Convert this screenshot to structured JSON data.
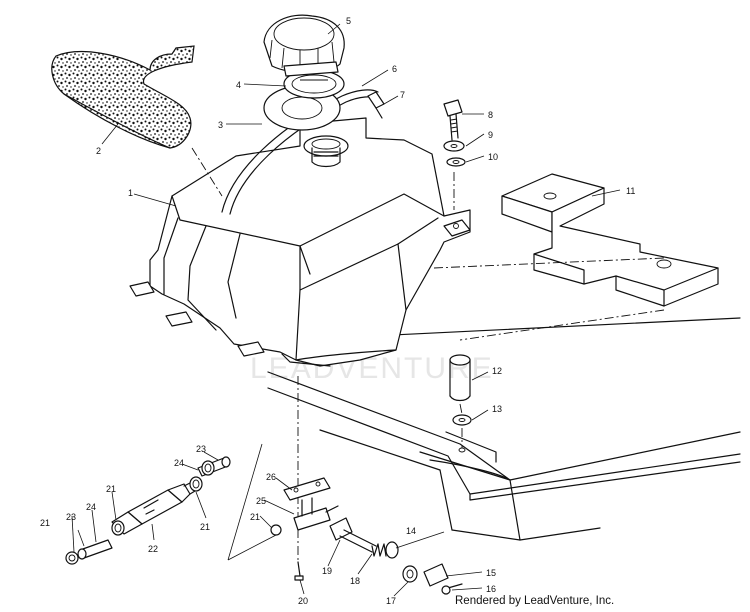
{
  "diagram": {
    "callouts": [
      "1",
      "2",
      "3",
      "4",
      "5",
      "6",
      "7",
      "8",
      "9",
      "10",
      "11",
      "12",
      "13",
      "14",
      "15",
      "16",
      "17",
      "18",
      "19",
      "20",
      "21",
      "21",
      "21",
      "21",
      "22",
      "23",
      "23",
      "24",
      "24",
      "25",
      "26"
    ],
    "watermark": "LEADVENTURE",
    "credit": "Rendered by LeadVenture, Inc."
  }
}
